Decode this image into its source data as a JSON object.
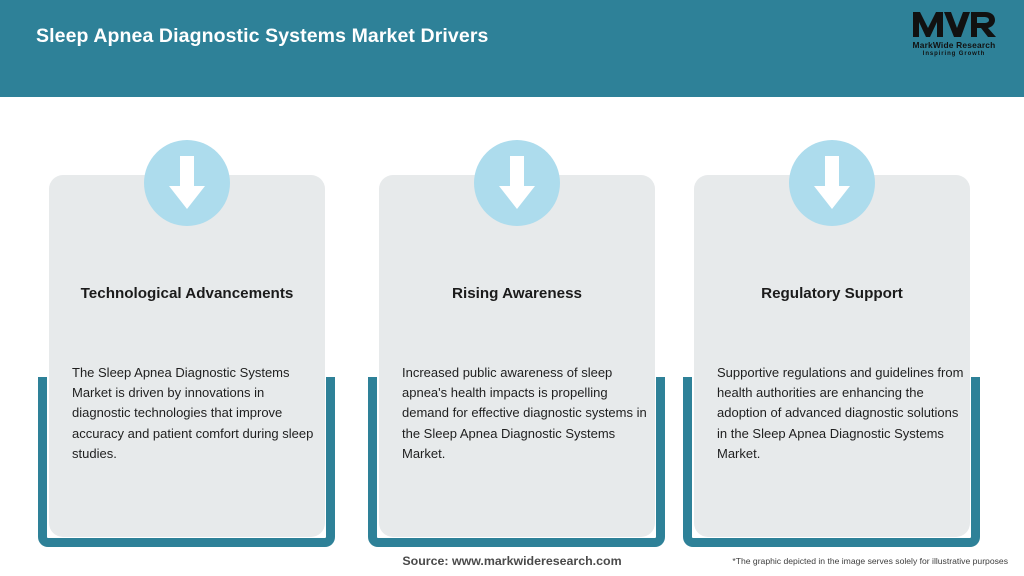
{
  "header": {
    "title": "Sleep Apnea Diagnostic Systems Market Drivers",
    "background_color": "#2e8198",
    "title_color": "#ffffff"
  },
  "logo": {
    "mark": "MWR",
    "name": "MarkWide Research",
    "tagline": "Inspiring Growth"
  },
  "theme": {
    "accent_teal": "#2e8198",
    "icon_circle_blue": "#addced",
    "card_grey": "#e7eaeb",
    "arrow_white": "#ffffff"
  },
  "cards": [
    {
      "icon": "arrow-down-icon",
      "title": "Technological Advancements",
      "body": "The Sleep Apnea Diagnostic Systems Market is driven by innovations in diagnostic technologies that improve accuracy and patient comfort during sleep studies."
    },
    {
      "icon": "arrow-down-icon",
      "title": "Rising Awareness",
      "body": "Increased public awareness of sleep apnea's health impacts is propelling demand for effective diagnostic systems in the Sleep Apnea Diagnostic Systems Market."
    },
    {
      "icon": "arrow-down-icon",
      "title": "Regulatory Support",
      "body": "Supportive regulations and guidelines from health authorities are enhancing the adoption of advanced diagnostic solutions in the Sleep Apnea Diagnostic Systems Market."
    }
  ],
  "footer": {
    "source": "Source: www.markwideresearch.com",
    "disclaimer": "*The graphic depicted in the image serves solely for illustrative purposes"
  }
}
